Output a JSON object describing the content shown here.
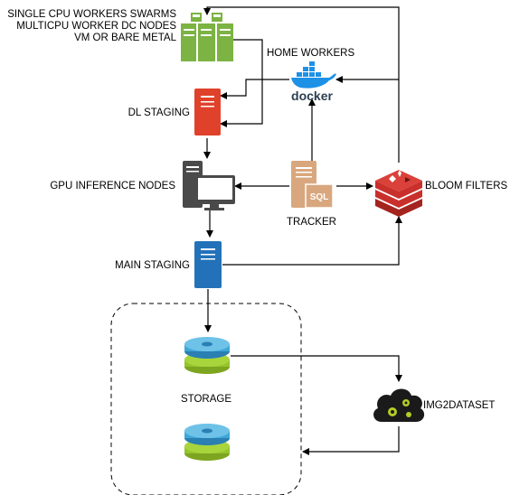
{
  "nodes": {
    "workers": {
      "lines": [
        "SINGLE CPU WORKERS SWARMS",
        "MULTICPU WORKER DC NODES",
        "VM OR BARE METAL"
      ]
    },
    "home_workers": {
      "label": "HOME WORKERS",
      "logo_text": "docker"
    },
    "dl_staging": {
      "label": "DL STAGING"
    },
    "gpu_inference": {
      "label": "GPU INFERENCE NODES"
    },
    "tracker": {
      "label": "TRACKER",
      "badge": "SQL"
    },
    "bloom_filters": {
      "label": "BLOOM FILTERS"
    },
    "main_staging": {
      "label": "MAIN STAGING"
    },
    "storage": {
      "label": "STORAGE"
    },
    "img2dataset": {
      "label": "IMG2DATASET"
    }
  },
  "colors": {
    "workers_green": "#7cb342",
    "dl_staging_red": "#e0412a",
    "gpu_dark": "#4a4a4a",
    "tracker_tan": "#d9a77e",
    "redis_red": "#c9302c",
    "main_staging_blue": "#2372b9",
    "disk_blue": "#3ea7d6",
    "disk_green": "#93c42c",
    "docker_blue": "#1d91e6"
  },
  "icons": [
    "server-rack-icon",
    "server-icon",
    "docker-icon",
    "workstation-icon",
    "sql-server-icon",
    "redis-icon",
    "disk-icon",
    "cloud-gears-icon"
  ]
}
